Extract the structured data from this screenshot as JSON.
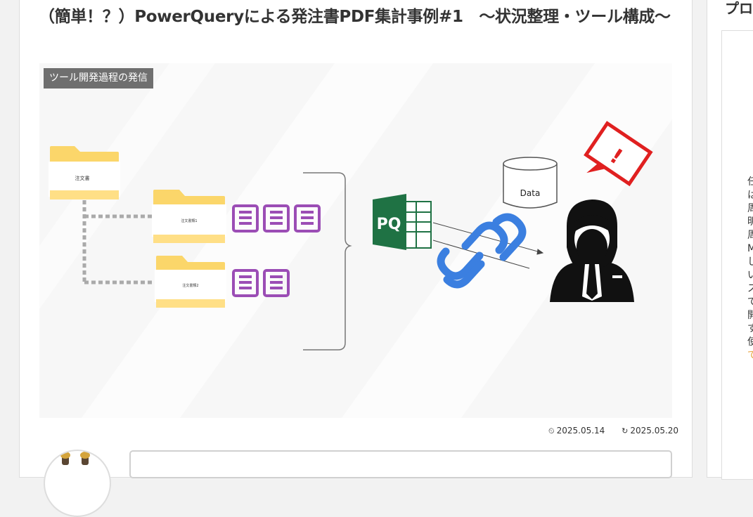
{
  "article": {
    "title": "（簡単！？）PowerQueryによる発注書PDF集計事例#1　～状況整理・ツール構成～",
    "category": "ツール開発過程の発信",
    "published": "2025.05.14",
    "updated": "2025.05.20"
  },
  "eyecatch": {
    "folder_main": "注文書",
    "folder_sub1": "注文書類1",
    "folder_sub2": "注文書類2",
    "pq_label": "PQ",
    "data_label": "Data",
    "alert_mark": "!"
  },
  "sidebar": {
    "title": "プロ",
    "profile_chars": [
      "任",
      "は",
      "周",
      "明",
      "周",
      "M",
      "し",
      "い",
      "ス",
      "で",
      "開",
      "す",
      "使",
      "で"
    ]
  },
  "colors": {
    "folder": "#fbd66a",
    "doc_purple": "#9b4db5",
    "excel_green": "#1f7244",
    "link_blue": "#3b7fe0",
    "alert_red": "#e02020",
    "category_bg": "#6f6f6f"
  }
}
